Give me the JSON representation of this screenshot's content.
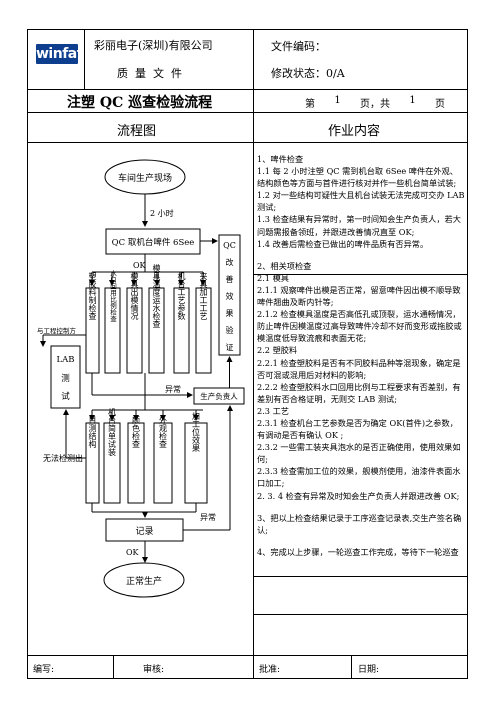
{
  "header": {
    "logo_text": "winfat",
    "company": "彩丽电子(深圳)有限公司",
    "doc_type": "质  量  文  件",
    "doc_no_label": "文件编码：",
    "revision_label": "修改状态：",
    "revision_value": "0/A",
    "title": "注塑 QC 巡查检验流程",
    "page_info": {
      "prefix": "第",
      "page": "1",
      "mid": "页，共",
      "total": "1",
      "suffix": "页"
    }
  },
  "columns": {
    "left": "流程图",
    "right": "作业内容"
  },
  "flow": {
    "start": "车间生产现场",
    "interval": "2 小时",
    "sample": "QC 取机台啤件 6See",
    "ok1": "OK",
    "qc_box": [
      "QC",
      "改",
      "善",
      "效",
      "果",
      "验",
      "证"
    ],
    "row1": [
      "塑胶料制检查",
      "水口回用比例检查",
      "模具出模情况",
      "模具温度运水检查",
      "机台工艺参数",
      "夹具加工工艺"
    ],
    "lab_box": [
      "LAB",
      "测",
      "试"
    ],
    "to_lab": "与工程控制方",
    "abnormal1": "异常",
    "responsible": "生产负责人",
    "row2": [
      "目测结构",
      "机台简单试装",
      "颜色检查",
      "外观检查",
      "加工位效果"
    ],
    "cannot_detect": "无法检测出",
    "abnormal2": "异常",
    "record": "记录",
    "ok2": "OK",
    "end": "正常生产"
  },
  "content": [
    {
      "text": "1、啤件检查",
      "level": 0
    },
    {
      "text": "1.1 每 2 小时注塑 QC 需到机台取 6See 啤件在外观、结构颜色等方面与首件进行核对并作一些机台简单试装;",
      "level": 0
    },
    {
      "text": "1.2 对一些结构可疑性大且机台试装无法完成可交办 LAB 测试;",
      "level": 0
    },
    {
      "text": "1.3 检查结果有异常时，第一时间知会生产负责人，若大问题需报备领班，并跟进改善情况直至 OK;",
      "level": 0
    },
    {
      "text": "1.4 改善后需检查已做出的啤件品质有否异常。",
      "level": 0
    },
    {
      "text": "",
      "level": -1
    },
    {
      "text": "2、相关项检查",
      "level": 0
    },
    {
      "text": "2.1 模具",
      "level": 0
    },
    {
      "text": "2.1.1 观察啤件出模是否正常，留意啤件因出模不顺导致啤件翘曲及断内针等;",
      "level": 0
    },
    {
      "text": "2.1.2 检查模具温度是否高低孔或顶裂，运水通畅情况，防止啤件因模温度过高导致啤件冷却不好而变形或拖胶或模温度低导致流痕和表面无花;",
      "level": 0
    },
    {
      "text": "2.2 塑胶料",
      "level": 0
    },
    {
      "text": "2.2.1 检查塑胶料是否有不同胶料品种等混现象，确定是否可混或混用后对材料的影响;",
      "level": 0
    },
    {
      "text": "2.2.2 检查塑胶料水口回用比例与工程要求有否差别，有差别有否合格证明，无则交 LAB 测试;",
      "level": 0
    },
    {
      "text": "2.3 工艺",
      "level": 0
    },
    {
      "text": "2.3.1 检查机台工艺参数是否为确定 OK(首件)之参数，有调动是否有确认 OK ;",
      "level": 0
    },
    {
      "text": "2.3.2 一些需工装夹具泡水的是否正确使用，使用效果如何;",
      "level": 0
    },
    {
      "text": "2.3.3 检查需加工位的效果，舰模剂使用，油漆件表面水口加工;",
      "level": 0
    },
    {
      "text": "2. 3. 4 检查有异常及时知会生产负责人并跟进改善 OK;",
      "level": 0
    },
    {
      "text": "",
      "level": -1
    },
    {
      "text": "3、把以上检查结果记录于工序巡查记录表,交生产签名确认;",
      "level": 0
    },
    {
      "text": "",
      "level": -1
    },
    {
      "text": "4、完成以上步骤，一轮巡查工作完成，等待下一轮巡查",
      "level": 0
    }
  ],
  "footer": {
    "author": "编写:",
    "review": "审核:",
    "approve": "批准:",
    "date": "日期:"
  }
}
